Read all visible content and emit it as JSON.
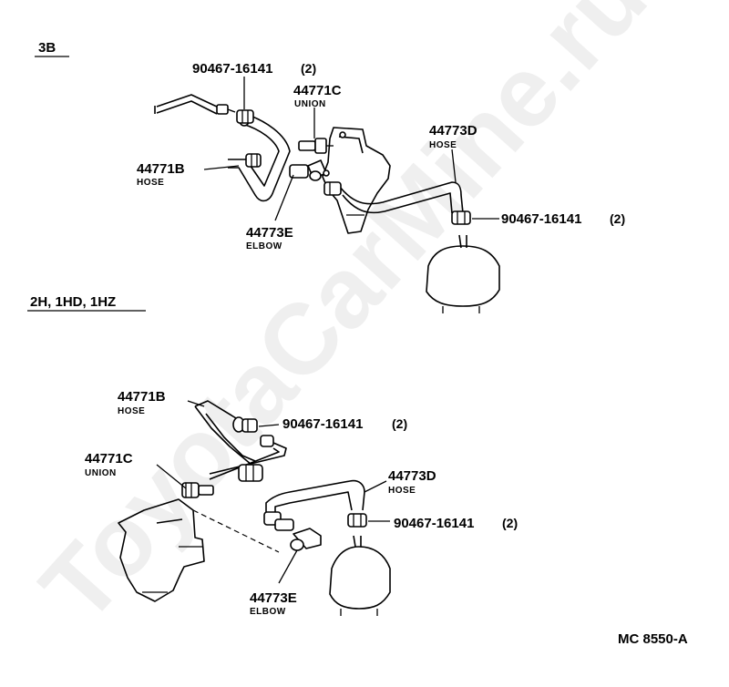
{
  "watermark": "ToyotaCarMine.ru",
  "diagram_code": "MC 8550-A",
  "sections": [
    {
      "title": "3B",
      "parts": {
        "clamp_upper": {
          "number": "90467-16141",
          "qty": "(2)"
        },
        "union": {
          "number": "44771C",
          "name": "UNION"
        },
        "hose_b": {
          "number": "44771B",
          "name": "HOSE"
        },
        "hose_d": {
          "number": "44773D",
          "name": "HOSE"
        },
        "clamp_right": {
          "number": "90467-16141",
          "qty": "(2)"
        },
        "elbow": {
          "number": "44773E",
          "name": "ELBOW"
        }
      }
    },
    {
      "title": "2H, 1HD, 1HZ",
      "parts": {
        "hose_b": {
          "number": "44771B",
          "name": "HOSE"
        },
        "clamp_upper": {
          "number": "90467-16141",
          "qty": "(2)"
        },
        "union": {
          "number": "44771C",
          "name": "UNION"
        },
        "hose_d": {
          "number": "44773D",
          "name": "HOSE"
        },
        "clamp_right": {
          "number": "90467-16141",
          "qty": "(2)"
        },
        "elbow": {
          "number": "44773E",
          "name": "ELBOW"
        }
      }
    }
  ]
}
